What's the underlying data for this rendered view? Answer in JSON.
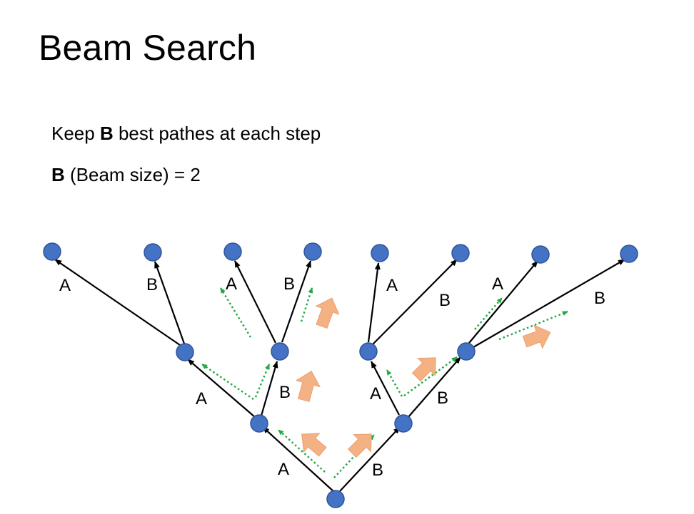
{
  "slide": {
    "title": "Beam Search",
    "rule": {
      "prefix": "Keep ",
      "symbol": "B",
      "suffix": " best pathes at each step"
    },
    "beam": {
      "symbol": "B",
      "text": " (Beam size) = 2"
    }
  },
  "tree": {
    "node_color": "#4472C4",
    "node_stroke": "#2F5597",
    "edge_color": "#000000",
    "search_arrow_color": "#22AA44",
    "beam_arrow_color": "#F4B183",
    "edge_labels": {
      "root_a": "A",
      "root_b": "B",
      "l1_left_a": "A",
      "l1_left_b": "B",
      "l1_right_a": "A",
      "l1_right_b": "B",
      "leaf1_a": "A",
      "leaf1_b": "B",
      "leaf2_a": "A",
      "leaf2_b": "B",
      "leaf3_a": "A",
      "leaf3_b": "B",
      "leaf4_a": "A",
      "leaf4_b": "B"
    }
  }
}
